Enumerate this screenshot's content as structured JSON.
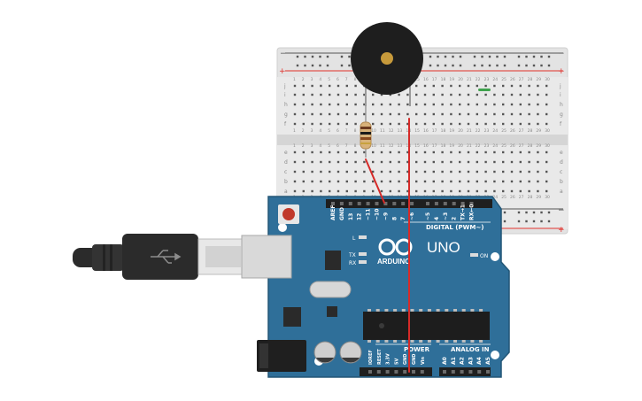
{
  "scene": {
    "board": {
      "brand": "ARDUINO",
      "model": "UNO",
      "on_label": "ON",
      "digital_label": "DIGITAL (PWM~)",
      "power_label": "POWER",
      "analog_label": "ANALOG IN",
      "l_label": "L",
      "tx_label": "TX",
      "rx_label": "RX",
      "top_pins": [
        "AREF",
        "GND",
        "13",
        "12",
        "~11",
        "~10",
        "~9",
        "8",
        "7",
        "~6",
        "~5",
        "4",
        "~3",
        "2",
        "TX→1",
        "RX←0"
      ],
      "power_pins": [
        "IOREF",
        "RESET",
        "3.3V",
        "5V",
        "GND",
        "GND",
        "Vin"
      ],
      "analog_pins": [
        "A0",
        "A1",
        "A2",
        "A3",
        "A4",
        "A5"
      ]
    },
    "breadboard": {
      "rows_top": [
        "j",
        "i",
        "h",
        "g",
        "f"
      ],
      "rows_bottom": [
        "e",
        "d",
        "c",
        "b",
        "a"
      ],
      "columns": [
        "1",
        "2",
        "3",
        "4",
        "5",
        "6",
        "7",
        "8",
        "9",
        "10",
        "11",
        "12",
        "13",
        "14",
        "15",
        "16",
        "17",
        "18",
        "19",
        "20",
        "21",
        "22",
        "23",
        "24",
        "25",
        "26",
        "27",
        "28",
        "29",
        "30"
      ],
      "rail_minus": "−",
      "rail_plus": "+"
    },
    "colors": {
      "board_blue": "#2f6f99",
      "board_edge": "#235777",
      "wire_red": "#d62a28",
      "buzzer_black": "#1e1e1e",
      "buzzer_dot": "#c79a3b",
      "rail_red": "#e0302a",
      "cable_black": "#2b2b2b",
      "breadboard_bg": "#e6e6e6"
    }
  }
}
